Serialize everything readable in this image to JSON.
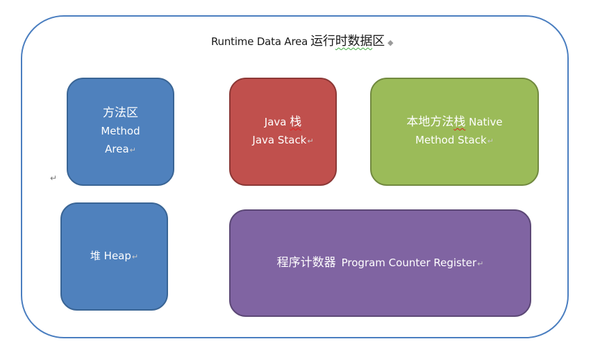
{
  "diagram": {
    "title_en": "Runtime Data Area",
    "title_cn_prefix": "运行",
    "title_cn_squiggle": "时数据",
    "title_cn_suffix": "区",
    "title_mark": "◆",
    "return_mark": "↵",
    "boxes": {
      "method_area": {
        "line1": "方法区",
        "line2": "Method",
        "line3": "Area",
        "color": "#4F81BD"
      },
      "java_stack": {
        "line1_en": "Java ",
        "line1_cn": "栈",
        "line2": "Java Stack",
        "color": "#C0504D"
      },
      "native_stack": {
        "line1_cn": "本地方法",
        "line1_cn_underlined": "栈",
        "line1_en": " Native",
        "line2": "Method Stack",
        "color": "#9BBB59"
      },
      "heap": {
        "line1": "堆 Heap",
        "color": "#4F81BD"
      },
      "pc_register": {
        "line1_cn": "程序计数器",
        "line1_en": "Program Counter Register",
        "color": "#8064A2"
      }
    },
    "outer_border_color": "#4A7EC0"
  }
}
